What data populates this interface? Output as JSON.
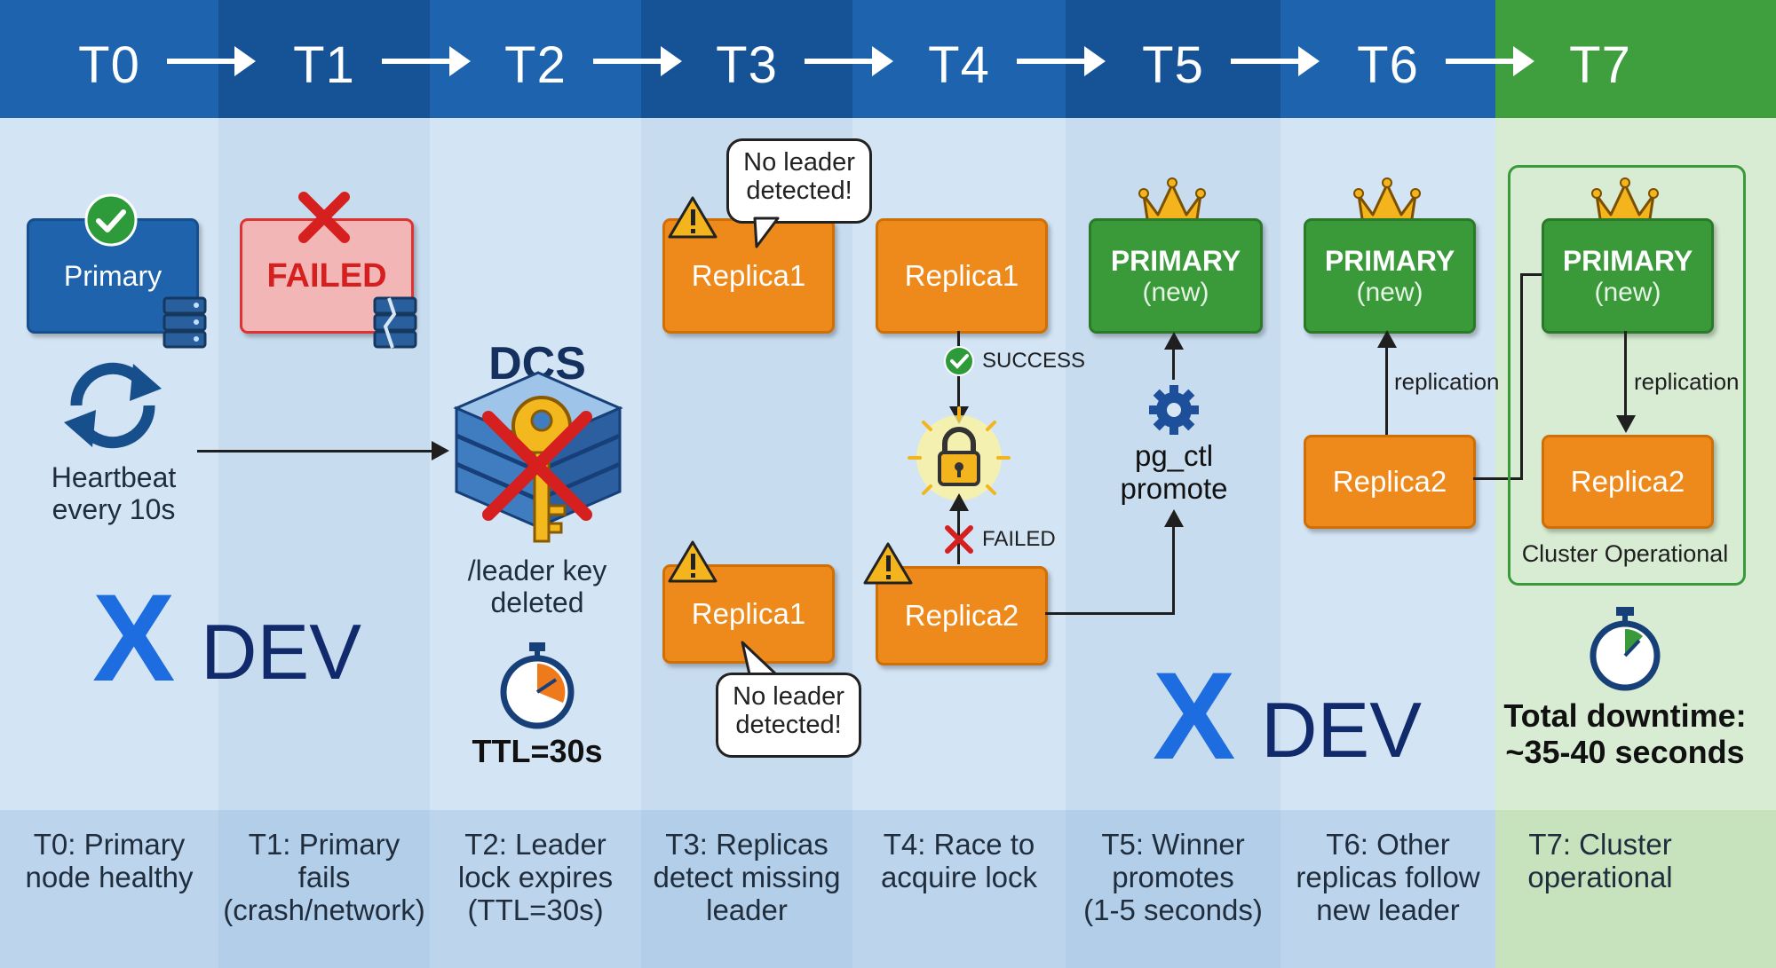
{
  "timeline": [
    "T0",
    "T1",
    "T2",
    "T3",
    "T4",
    "T5",
    "T6",
    "T7"
  ],
  "captions": [
    [
      "T0: Primary",
      "node healthy"
    ],
    [
      "T1: Primary",
      "fails",
      "(crash/network)"
    ],
    [
      "T2: Leader",
      "lock expires",
      "(TTL=30s)"
    ],
    [
      "T3: Replicas",
      "detect missing",
      "leader"
    ],
    [
      "T4: Race to",
      "acquire lock"
    ],
    [
      "T5: Winner",
      "promotes",
      "(1-5 seconds)"
    ],
    [
      "T6: Other",
      "replicas follow",
      "new leader"
    ],
    [
      "T7: Cluster",
      "operational"
    ]
  ],
  "t0": {
    "primary": "Primary",
    "heartbeat": [
      "Heartbeat",
      "every 10s"
    ],
    "logo_x": "X",
    "logo_dev": "DEV"
  },
  "t1": {
    "failed": "FAILED"
  },
  "t2": {
    "dcs": "DCS",
    "key_note": [
      "/leader key",
      "deleted"
    ],
    "ttl": "TTL=30s"
  },
  "t3": {
    "replica_top": "Replica1",
    "replica_bottom": "Replica1",
    "bubble": [
      "No leader",
      "detected!"
    ]
  },
  "t4": {
    "replica1": "Replica1",
    "replica2": "Replica2",
    "success": "SUCCESS",
    "failed": "FAILED"
  },
  "t5": {
    "primary": "PRIMARY",
    "new": "(new)",
    "promote": [
      "pg_ctl",
      "promote"
    ],
    "logo_x": "X",
    "logo_dev": "DEV"
  },
  "t6": {
    "primary": "PRIMARY",
    "new": "(new)",
    "replica": "Replica2",
    "replication": "replication"
  },
  "t7": {
    "primary": "PRIMARY",
    "new": "(new)",
    "replica": "Replica2",
    "replication": "replication",
    "status": "Cluster Operational",
    "downtime": [
      "Total downtime:",
      "~35-40 seconds"
    ]
  },
  "colors": {
    "header_blue": "#1e5ea8",
    "header_green": "#3f9f3f",
    "orange": "#ee8a1c",
    "green": "#3a9a3a",
    "primary_blue": "#1f63ad",
    "failed_red": "#f3b6b6"
  }
}
